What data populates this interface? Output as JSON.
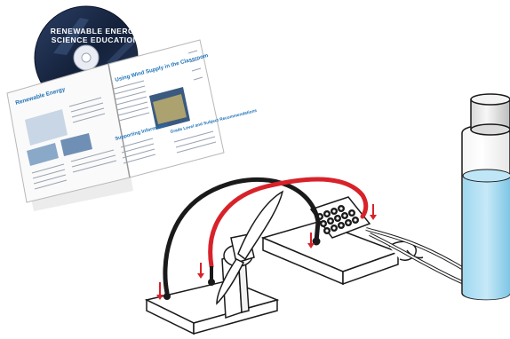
{
  "cd": {
    "line1": "RENEWABLE ENERGY",
    "line2": "SCIENCE EDUCATION"
  },
  "booklet": {
    "left_header": "Renewable Energy",
    "right_heading": "Using Wind Supply in the Classroom",
    "supporting_heading": "Supporting Information",
    "lower_heading": "Grade Level and Subject Recommendations"
  },
  "colors": {
    "wire_positive": "#d8222a",
    "wire_negative": "#1a1a1a",
    "water": "#8fd0ec",
    "cd_label": "#1a2a44",
    "booklet_accent": "#1e73b8"
  }
}
